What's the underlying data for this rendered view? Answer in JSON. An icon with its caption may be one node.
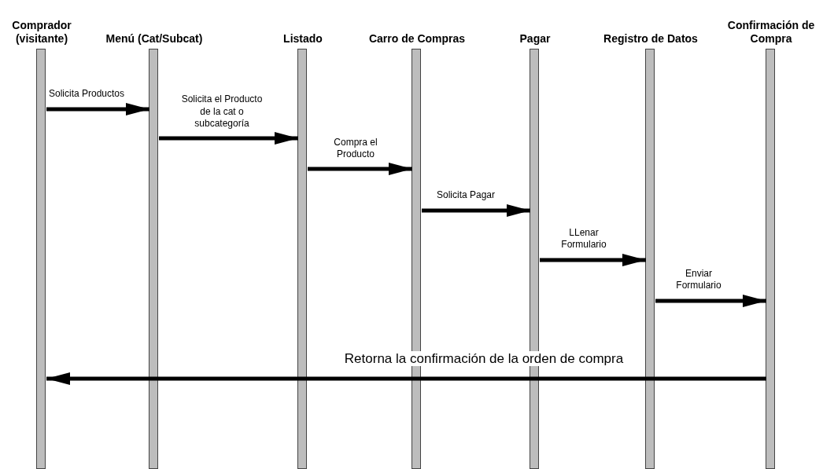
{
  "diagram": {
    "nodes": [
      {
        "text": [
          "Comprador (visitante)"
        ]
      },
      {
        "text": [
          "Menú (Cat/Subcat)"
        ]
      },
      {
        "text": [
          "Listado"
        ]
      },
      {
        "text": [
          "Carro de Compras"
        ]
      },
      {
        "text": [
          "Pagar"
        ]
      },
      {
        "text": [
          "Registro de Datos"
        ]
      },
      {
        "text": [
          "Confirmación de Compra"
        ]
      }
    ],
    "edges": [
      {
        "from": 0,
        "to": 1,
        "arrow": "to",
        "label": "Solicita Productos"
      },
      {
        "from": 1,
        "to": 2,
        "arrow": "to",
        "label": "Solicita el Producto de la cat o subcategoría"
      },
      {
        "from": 2,
        "to": 3,
        "arrow": "to",
        "label": "Compra el Producto"
      },
      {
        "from": 3,
        "to": 4,
        "arrow": "to",
        "label": "Solicita Pagar"
      },
      {
        "from": 4,
        "to": 5,
        "arrow": "to",
        "label": "LLenar Formulario"
      },
      {
        "from": 5,
        "to": 6,
        "arrow": "to",
        "label": "Enviar Formulario"
      },
      {
        "from": 6,
        "to": 0,
        "arrow": "to",
        "label": "Retorna la confirmación de la orden de compra"
      }
    ]
  }
}
